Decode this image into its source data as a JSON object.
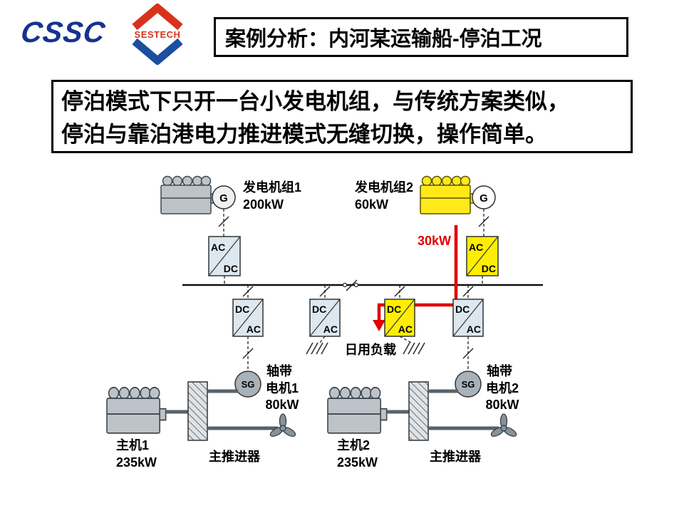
{
  "logos": {
    "cssc": "CSSC",
    "sestech": "SESTECH"
  },
  "title": "案例分析：内河某运输船-停泊工况",
  "summary": {
    "line1": "停泊模式下只开一台小发电机组，与传统方案类似，",
    "line2": "停泊与靠泊港电力推进模式无缝切换，操作简单。"
  },
  "colors": {
    "cssc_blue": "#16338e",
    "sestech_red": "#d8321e",
    "sestech_blue": "#1c4ea0",
    "highlight_yellow": "#ffee00",
    "flow_red": "#e10000",
    "converter_gray": "#dde7ef"
  },
  "diagram": {
    "genset1": {
      "name": "发电机组1",
      "power": "200kW",
      "symbol": "G"
    },
    "genset2": {
      "name": "发电机组2",
      "power": "60kW",
      "symbol": "G"
    },
    "converter_ac": "AC",
    "converter_dc": "DC",
    "flow_label": "30kW",
    "daily_load": "日用负载",
    "shaft_motor1": {
      "line1": "轴带",
      "line2": "电机1",
      "power": "80kW",
      "symbol": "SG"
    },
    "shaft_motor2": {
      "line1": "轴带",
      "line2": "电机2",
      "power": "80kW",
      "symbol": "SG"
    },
    "main_engine1": {
      "name": "主机1",
      "power": "235kW"
    },
    "main_engine2": {
      "name": "主机2",
      "power": "235kW"
    },
    "propeller1_label": "主推进器",
    "propeller2_label": "主推进器"
  }
}
